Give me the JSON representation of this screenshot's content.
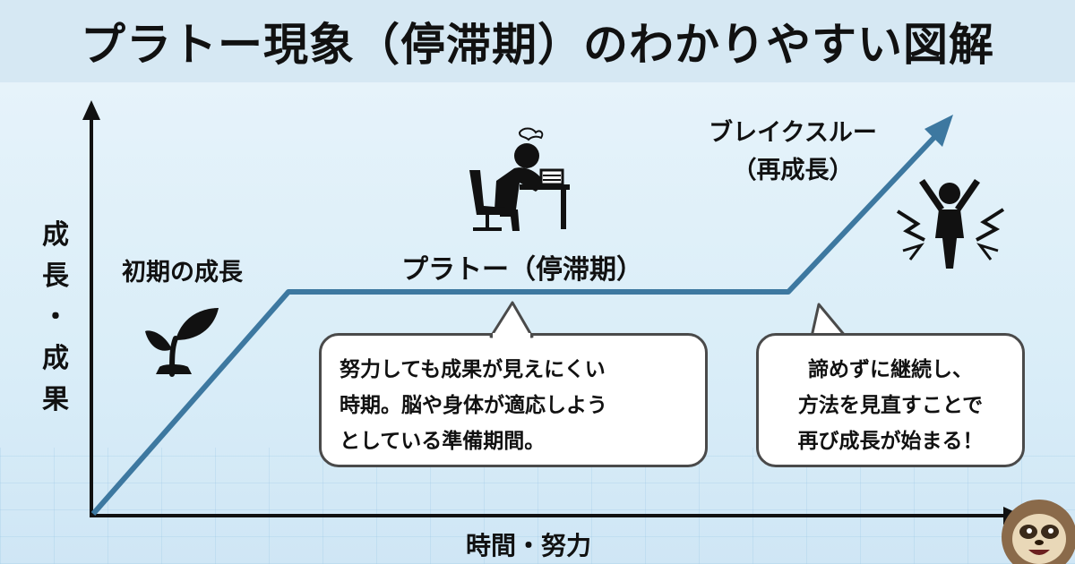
{
  "title": "プラトー現象（停滞期）のわかりやすい図解",
  "axes": {
    "y_label": [
      "成",
      "長",
      "・",
      "成",
      "果"
    ],
    "x_label": "時間・努力"
  },
  "phases": {
    "initial": "初期の成長",
    "plateau": "プラトー（停滞期）",
    "breakthrough": [
      "ブレイクスルー",
      "（再成長）"
    ]
  },
  "bubbles": {
    "plateau_text": [
      "努力しても成果が見えにくい",
      "時期。脳や身体が適応しよう",
      "としている準備期間。"
    ],
    "breakthrough_text": [
      "諦めずに継続し、",
      "方法を見直すことで",
      "再び成長が始まる！"
    ]
  },
  "icons": {
    "initial": "sprout-icon",
    "plateau": "stressed-person-at-desk-icon",
    "breakthrough": "breakthrough-person-icon",
    "mascot": "sloth-mascot-icon"
  },
  "colors": {
    "curve": "#3d78a0",
    "axis": "#111111",
    "title_bg": "#d6e8f3",
    "background": "#e3f1f9"
  }
}
